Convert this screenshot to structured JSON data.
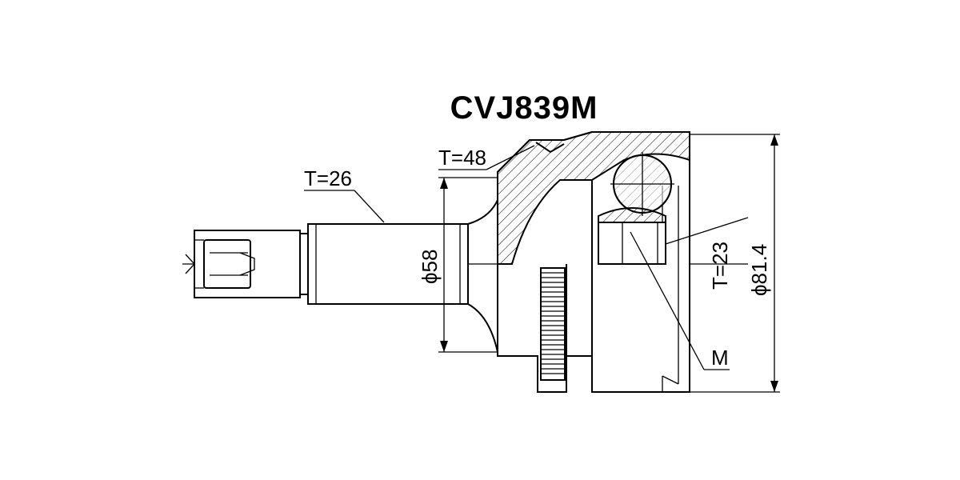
{
  "title": "CVJ839M",
  "labels": {
    "thread_length": "T=26",
    "outer_spline": "T=48",
    "shaft_diameter": "ϕ58",
    "inner_spline": "T=23",
    "outer_diameter": "ϕ81.4",
    "thread": "M"
  }
}
